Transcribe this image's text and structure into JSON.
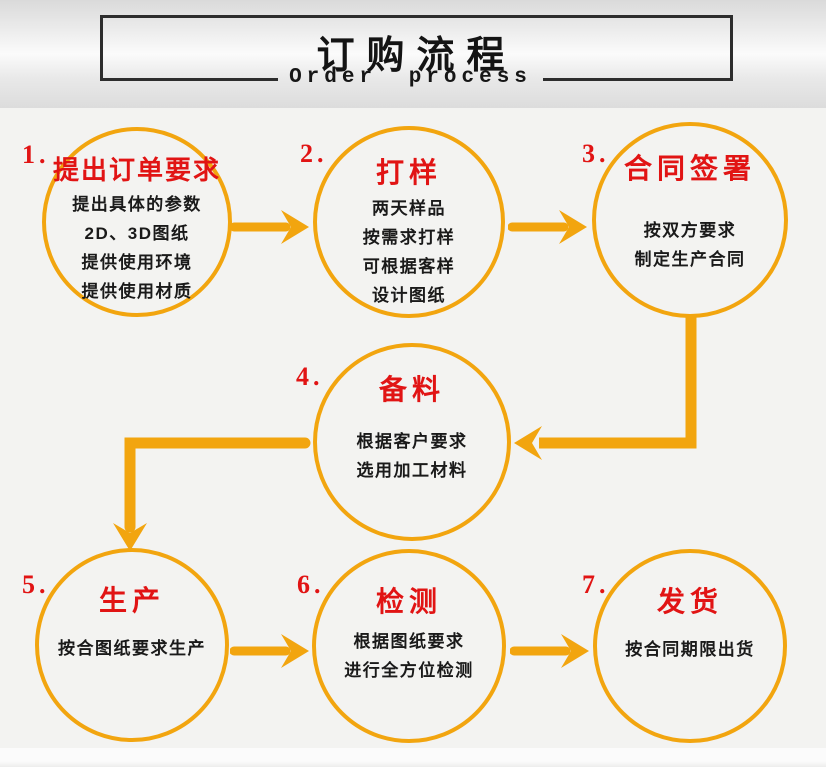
{
  "header": {
    "title_cn": "订购流程",
    "title_en": "Order process"
  },
  "steps": [
    {
      "number": "1.",
      "title": "提出订单要求",
      "lines": [
        "提出具体的参数",
        "2D、3D图纸",
        "提供使用环境",
        "提供使用材质"
      ]
    },
    {
      "number": "2.",
      "title": "打样",
      "lines": [
        "两天样品",
        "按需求打样",
        "可根据客样",
        "设计图纸"
      ]
    },
    {
      "number": "3.",
      "title": "合同签署",
      "lines": [
        "按双方要求",
        "制定生产合同"
      ]
    },
    {
      "number": "4.",
      "title": "备料",
      "lines": [
        "根据客户要求",
        "选用加工材料"
      ]
    },
    {
      "number": "5.",
      "title": "生产",
      "lines": [
        "按合图纸要求生产"
      ]
    },
    {
      "number": "6.",
      "title": "检测",
      "lines": [
        "根据图纸要求",
        "进行全方位检测"
      ]
    },
    {
      "number": "7.",
      "title": "发货",
      "lines": [
        "按合同期限出货"
      ]
    }
  ],
  "colors": {
    "accent_orange": "#f2a50f",
    "accent_red": "#e11414",
    "text_black": "#1a1a1a",
    "border_dark": "#2d2d2d"
  }
}
